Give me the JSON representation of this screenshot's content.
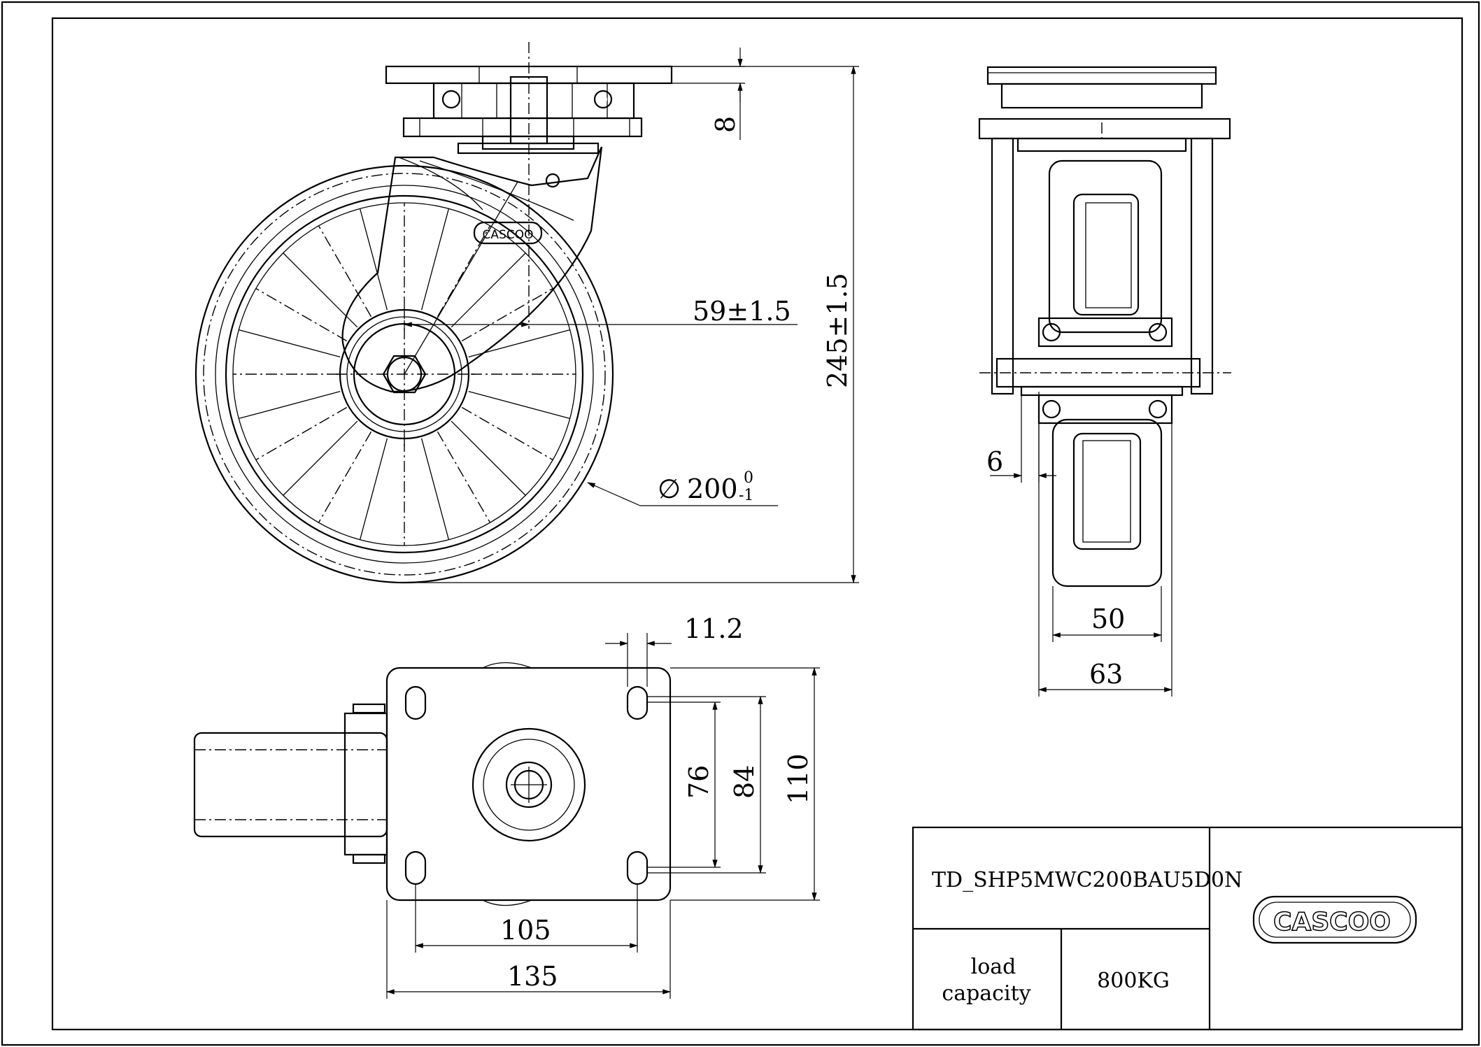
{
  "dimensions": {
    "top_thickness": "8",
    "offset": "59±1.5",
    "height": "245±1.5",
    "diameter_main": "200",
    "diameter_upper": "0",
    "diameter_lower": "-1",
    "side_offset": "6",
    "tread_width": "50",
    "bracket_width": "63",
    "slot_width": "11.2",
    "hole_pitch_a": "76",
    "hole_pitch_b": "84",
    "plate_width_b": "110",
    "hole_pitch_c": "105",
    "plate_width_c": "135",
    "diameter_symbol": "∅"
  },
  "title_block": {
    "part_number": "TD_SHP5MWC200BAU5D0N",
    "load_label_line1": "load",
    "load_label_line2": "capacity",
    "load_value": "800KG",
    "logo_text": "CASCOO",
    "logo_small": "CASCOO"
  },
  "colors": {
    "line": "#000000",
    "background": "#ffffff"
  }
}
